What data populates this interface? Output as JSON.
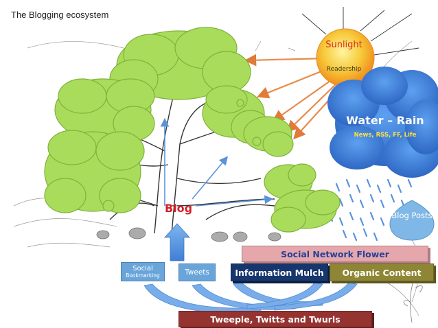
{
  "title": "The Blogging ecosystem",
  "sunlight": {
    "label": "Sunlight",
    "sublabel": "Readership",
    "color": "#f39a1e"
  },
  "rain": {
    "label": "Water – Rain",
    "sublabel": "News, RSS, FF, Life",
    "color": "#3d7fd9"
  },
  "blog_label": "Blog",
  "blog_posts_label": "Blog Posts",
  "bars": {
    "social_network_flower": "Social Network Flower",
    "information_mulch": "Information Mulch",
    "organic_content": "Organic Content",
    "tweeple": "Tweeple, Twitts and Twurls"
  },
  "boxes": {
    "social_bookmarking": {
      "main": "Social",
      "sub": "Bookmarking"
    },
    "tweets": "Tweets"
  },
  "colors": {
    "foliage": "#a9dc5a",
    "foliage_edge": "#7fb13c",
    "arrow_blue": "#4a8de0",
    "flower_bar": "#e5a7ab",
    "mulch_bar": "#17366e",
    "organic_bar": "#8e8634",
    "tweeple_bar": "#953331",
    "accent_red": "#d4202a"
  }
}
